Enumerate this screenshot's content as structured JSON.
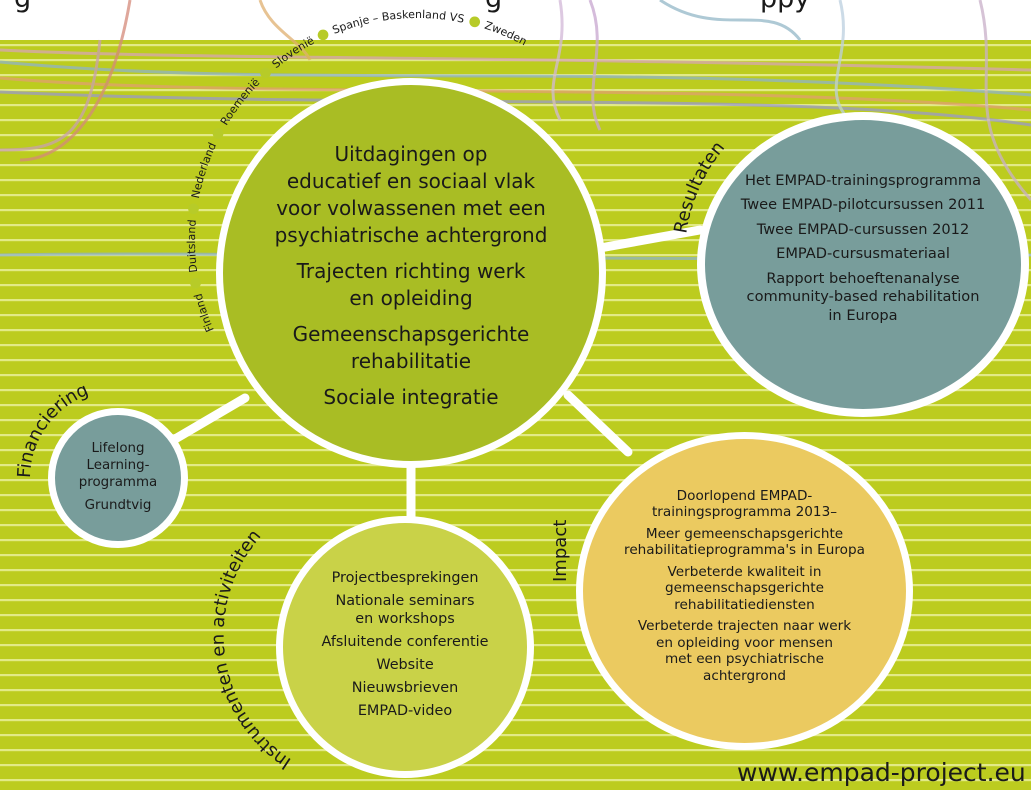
{
  "countries": [
    "Finland",
    "Duitsland",
    "Nederland",
    "Roemenië",
    "Slovenië",
    "Spanje – Baskenland VS",
    "Zweden"
  ],
  "main": {
    "lines": [
      [
        "Uitdagingen op",
        "educatief en sociaal vlak",
        "voor volwassenen met een",
        "psychiatrische achtergrond"
      ],
      [
        "Trajecten richting werk",
        "en opleiding"
      ],
      [
        "Gemeenschapsgerichte",
        "rehabilitatie"
      ],
      [
        "Sociale integratie"
      ]
    ]
  },
  "resultaten": {
    "label": "Resultaten",
    "items": [
      [
        "Het EMPAD-trainingsprogramma"
      ],
      [
        "Twee EMPAD-pilotcursussen 2011"
      ],
      [
        "Twee EMPAD-cursussen 2012"
      ],
      [
        "EMPAD-cursusmateriaal"
      ],
      [
        "Rapport behoeftenanalyse",
        "community-based rehabilitation",
        "in Europa"
      ]
    ]
  },
  "financiering": {
    "label": "Financiering",
    "items": [
      [
        "Lifelong",
        "Learning-",
        "programma"
      ],
      [
        "Grundtvig"
      ]
    ]
  },
  "instrumenten": {
    "label": "Instrumenten en activiteiten",
    "items": [
      [
        "Projectbesprekingen"
      ],
      [
        "Nationale seminars",
        "en workshops"
      ],
      [
        "Afsluitende conferentie"
      ],
      [
        "Website"
      ],
      [
        "Nieuwsbrieven"
      ],
      [
        "EMPAD-video"
      ]
    ]
  },
  "impact": {
    "label": "Impact",
    "items": [
      [
        "Doorlopend EMPAD-",
        "trainingsprogramma 2013–"
      ],
      [
        "Meer gemeenschapsgerichte",
        "rehabilitatieprogramma's in Europa"
      ],
      [
        "Verbeterde kwaliteit in",
        "gemeenschapsgerichte",
        "rehabilitatiediensten"
      ],
      [
        "Verbeterde trajecten naar werk",
        "en opleiding voor mensen",
        "met een psychiatrische",
        "achtergrond"
      ]
    ]
  },
  "footer": {
    "url": "www.empad-project.eu"
  },
  "top_cut": {
    "left": "g",
    "mid": "g",
    "right": "ppy"
  },
  "colors": {
    "background": "#bccc1f",
    "main_circle": "#a9bd24",
    "blue_circle": "#789d9b",
    "instrument_circle": "#c9d248",
    "impact_circle": "#ebca60",
    "dot": "#b7cb28"
  }
}
